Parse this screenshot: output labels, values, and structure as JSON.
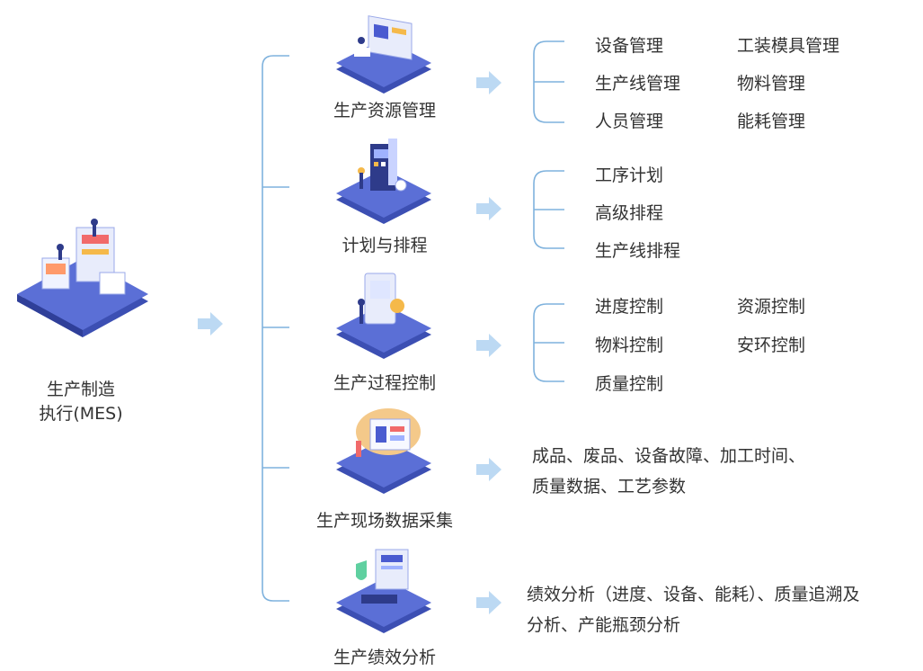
{
  "root": {
    "line1": "生产制造",
    "line2": "执行(MES)"
  },
  "categories": [
    {
      "label": "生产资源管理",
      "items": [
        "设备管理",
        "工装模具管理",
        "生产线管理",
        "物料管理",
        "人员管理",
        "能耗管理"
      ]
    },
    {
      "label": "计划与排程",
      "items": [
        "工序计划",
        "高级排程",
        "生产线排程"
      ]
    },
    {
      "label": "生产过程控制",
      "items": [
        "进度控制",
        "资源控制",
        "物料控制",
        "安环控制",
        "质量控制"
      ]
    },
    {
      "label": "生产现场数据采集",
      "desc": [
        "成品、废品、设备故障、加工时间、",
        "质量数据、工艺参数"
      ]
    },
    {
      "label": "生产绩效分析",
      "desc": [
        "绩效分析（进度、设备、能耗）、质量追溯及",
        "分析、产能瓶颈分析"
      ]
    }
  ],
  "colors": {
    "line": "#7fb2dd",
    "arrow": "#bcd9f3",
    "platform": "#5b6fd6",
    "platform_dark": "#3c4fb3"
  }
}
